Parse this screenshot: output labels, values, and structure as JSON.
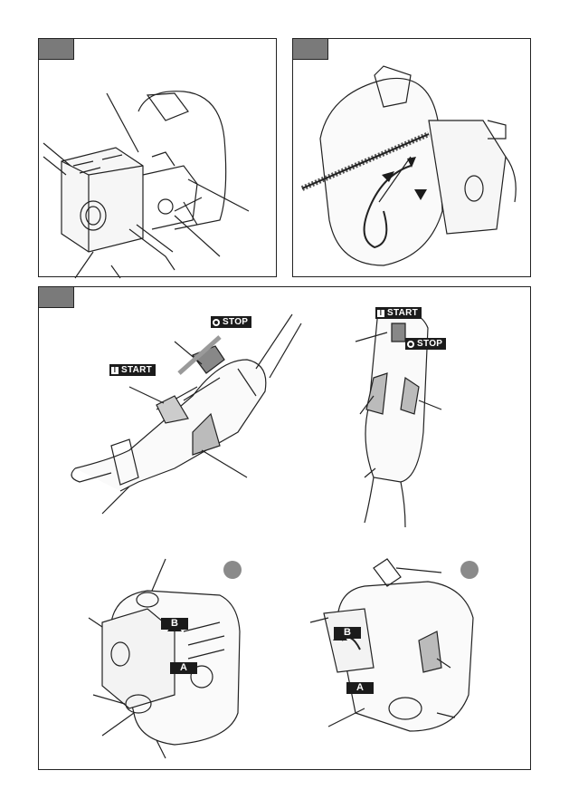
{
  "labels": {
    "start_1": "START",
    "stop_1": "STOP",
    "start_2": "START",
    "stop_2": "STOP",
    "b_1": "B",
    "a_1": "A",
    "b_2": "B",
    "a_2": "A"
  },
  "colors": {
    "tab": "#7a7a7a",
    "label_bg": "#1b1b1b",
    "arrow_grey": "#9a9a9a",
    "stroke": "#222222"
  },
  "icons": [
    "start-symbol-icon",
    "stop-symbol-icon",
    "arrow-icon",
    "circle-marker-icon"
  ]
}
